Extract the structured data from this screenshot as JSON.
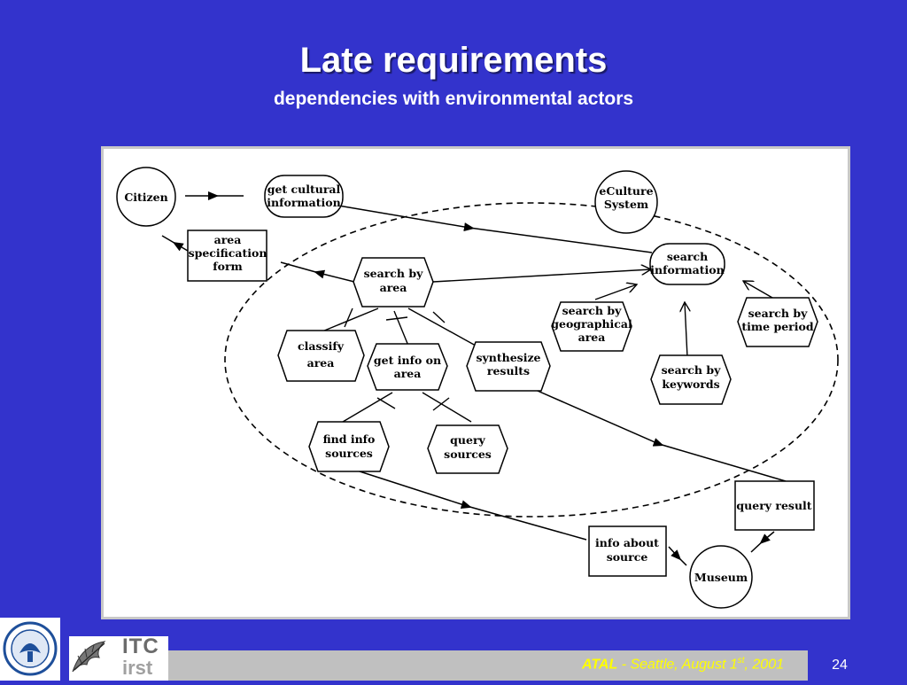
{
  "slide": {
    "title": "Late requirements",
    "subtitle": "dependencies with environmental actors",
    "page_number": "24"
  },
  "footer": {
    "event": "ATAL",
    "place_date_prefix": " - Seattle, August 1",
    "ordinal_suffix": "st",
    "year_suffix": ", 2001"
  },
  "logos": {
    "itc_line1": "ITC",
    "itc_line2": "irst",
    "seal_icon": "university-seal-icon",
    "leaf_icon": "leaf-logo-icon"
  },
  "colors": {
    "background": "#3333cc",
    "footer_bar": "#c0c0c0",
    "footer_text": "#ffff00"
  },
  "diagram": {
    "actors": {
      "citizen": "Citizen",
      "eculture_1": "eCulture",
      "eculture_2": "System",
      "museum": "Museum"
    },
    "goals": {
      "get_cultural_1": "get cultural",
      "get_cultural_2": "information",
      "search_info_1": "search",
      "search_info_2": "information"
    },
    "resources": {
      "area_spec_1": "area",
      "area_spec_2": "specification",
      "area_spec_3": "form",
      "query_result": "query result",
      "info_source_1": "info about",
      "info_source_2": "source"
    },
    "tasks": {
      "search_area_1": "search by",
      "search_area_2": "area",
      "classify_1": "classify",
      "classify_2": "area",
      "getinfo_1": "get info on",
      "getinfo_2": "area",
      "synth_1": "synthesize",
      "synth_2": "results",
      "find_1": "find info",
      "find_2": "sources",
      "query_1": "query",
      "query_2": "sources",
      "geo_1": "search by",
      "geo_2": "geographical",
      "geo_3": "area",
      "time_1": "search by",
      "time_2": "time period",
      "kw_1": "search by",
      "kw_2": "keywords"
    }
  }
}
